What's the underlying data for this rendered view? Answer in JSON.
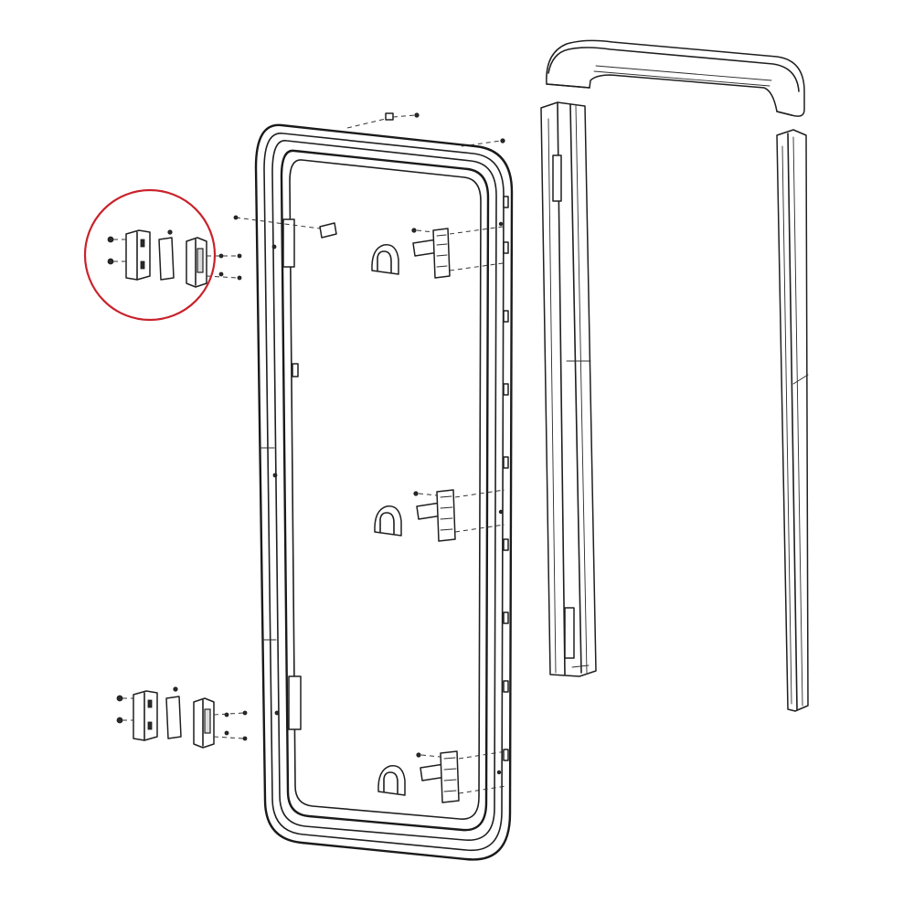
{
  "diagram": {
    "style": "exploded-view line drawing",
    "line_color": "#1f1f1f",
    "background": "#ffffff",
    "highlight": {
      "shape": "circle",
      "color": "#c8232c"
    },
    "parts": [
      "door-frame",
      "top-arch-trim",
      "left-vertical-seal-strip",
      "right-vertical-seal-strip",
      "upper-hinge-assembly",
      "lower-hinge-assembly",
      "top-latch-assembly",
      "middle-latch-assembly",
      "bottom-latch-assembly",
      "top-screws"
    ]
  }
}
